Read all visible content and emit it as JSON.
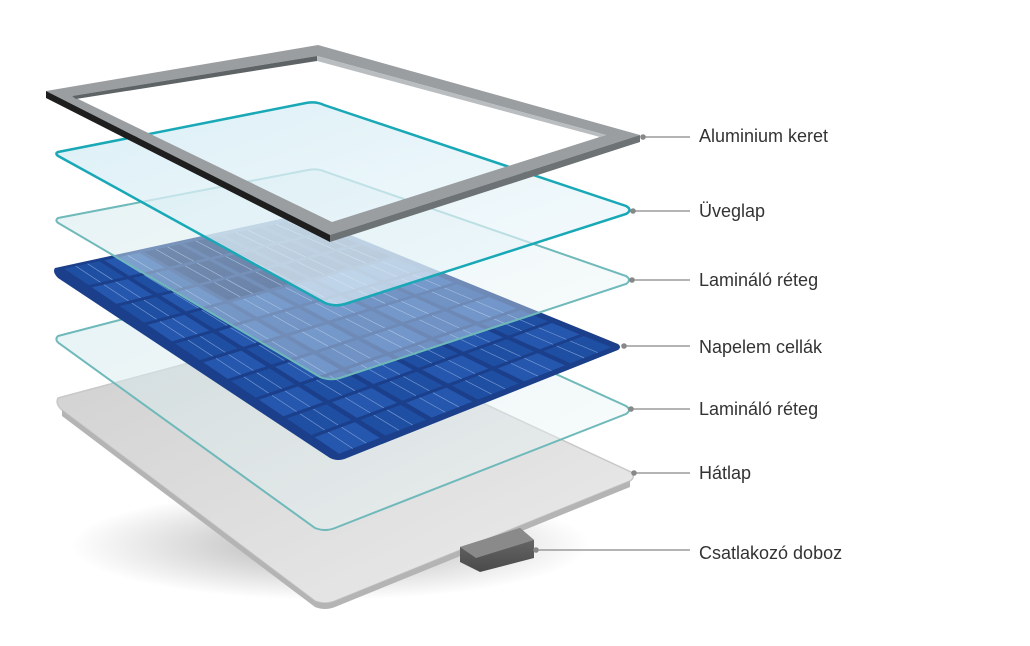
{
  "diagram": {
    "type": "exploded-view",
    "labels": [
      {
        "key": "frame",
        "text": "Aluminium keret"
      },
      {
        "key": "glass",
        "text": "Üveglap"
      },
      {
        "key": "laminate-top",
        "text": "Lamináló réteg"
      },
      {
        "key": "cells",
        "text": "Napelem cellák"
      },
      {
        "key": "laminate-bottom",
        "text": "Lamináló réteg"
      },
      {
        "key": "backsheet",
        "text": "Hátlap"
      },
      {
        "key": "junction-box",
        "text": "Csatlakozó doboz"
      }
    ],
    "colors": {
      "frame": "#8e9396",
      "frame_dark": "#222222",
      "glass_edge": "#18a8b6",
      "laminate_edge": "#6fb9ba",
      "cell": "#1f4fa3",
      "cell_dark": "#0d2b6e",
      "backsheet": "#e6e6e6",
      "leader_line": "#888888"
    }
  }
}
